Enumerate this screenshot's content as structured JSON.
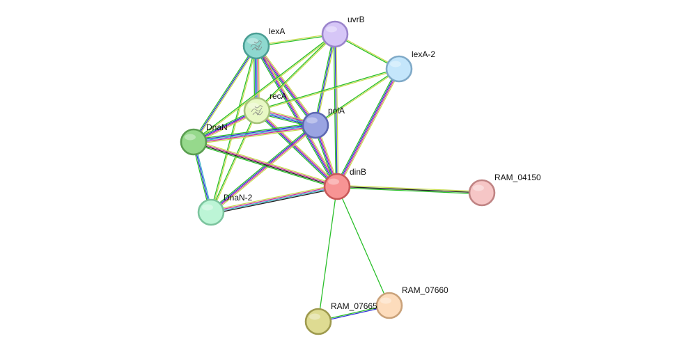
{
  "network": {
    "nodes": [
      {
        "id": "lexA",
        "label": "lexA",
        "fill": "#8ed8cf",
        "stroke": "#4a9e94",
        "has_structure": true
      },
      {
        "id": "uvrB",
        "label": "uvrB",
        "fill": "#d6c6f7",
        "stroke": "#9b85cc",
        "has_structure": false
      },
      {
        "id": "lexA-2",
        "label": "lexA-2",
        "fill": "#c4e6fb",
        "stroke": "#80aac8",
        "has_structure": false
      },
      {
        "id": "recA",
        "label": "recA",
        "fill": "#e8f8c4",
        "stroke": "#a6c27a",
        "has_structure": true
      },
      {
        "id": "polA",
        "label": "polA",
        "fill": "#9aa4e2",
        "stroke": "#5c67b0",
        "has_structure": false
      },
      {
        "id": "DnaN",
        "label": "DnaN",
        "fill": "#96d98c",
        "stroke": "#5a9e50",
        "has_structure": false
      },
      {
        "id": "dinB",
        "label": "dinB",
        "fill": "#f79494",
        "stroke": "#c85858",
        "has_structure": false
      },
      {
        "id": "DnaN-2",
        "label": "DnaN-2",
        "fill": "#bcf5d6",
        "stroke": "#7cc49e",
        "has_structure": false
      },
      {
        "id": "RAM_04150",
        "label": "RAM_04150",
        "fill": "#f6c6c6",
        "stroke": "#c08484",
        "has_structure": false
      },
      {
        "id": "RAM_07660",
        "label": "RAM_07660",
        "fill": "#fddcbc",
        "stroke": "#caa27a",
        "has_structure": false
      },
      {
        "id": "RAM_07665",
        "label": "RAM_07665",
        "fill": "#dedb92",
        "stroke": "#9e9a4e",
        "has_structure": false
      }
    ],
    "evidence_colors": {
      "textmining": "#c8dc52",
      "experiments": "#d0309e",
      "database": "#3ab0c8",
      "coexpression": "#222222",
      "neighborhood": "#2bbf2b",
      "cooccurrence": "#3232d8"
    },
    "edges": [
      {
        "source": "lexA",
        "target": "uvrB",
        "evidence": [
          "textmining",
          "neighborhood"
        ]
      },
      {
        "source": "lexA",
        "target": "recA",
        "evidence": [
          "textmining",
          "experiments",
          "database",
          "cooccurrence",
          "neighborhood"
        ]
      },
      {
        "source": "lexA",
        "target": "polA",
        "evidence": [
          "textmining",
          "experiments",
          "cooccurrence",
          "neighborhood"
        ]
      },
      {
        "source": "lexA",
        "target": "DnaN",
        "evidence": [
          "textmining",
          "cooccurrence",
          "neighborhood"
        ]
      },
      {
        "source": "lexA",
        "target": "dinB",
        "evidence": [
          "textmining",
          "experiments",
          "cooccurrence",
          "neighborhood"
        ]
      },
      {
        "source": "lexA",
        "target": "DnaN-2",
        "evidence": [
          "textmining",
          "neighborhood"
        ]
      },
      {
        "source": "uvrB",
        "target": "lexA-2",
        "evidence": [
          "textmining",
          "neighborhood"
        ]
      },
      {
        "source": "uvrB",
        "target": "recA",
        "evidence": [
          "textmining",
          "neighborhood"
        ]
      },
      {
        "source": "uvrB",
        "target": "polA",
        "evidence": [
          "textmining",
          "cooccurrence",
          "neighborhood"
        ]
      },
      {
        "source": "uvrB",
        "target": "dinB",
        "evidence": [
          "textmining",
          "cooccurrence",
          "neighborhood"
        ]
      },
      {
        "source": "uvrB",
        "target": "DnaN",
        "evidence": [
          "textmining",
          "neighborhood"
        ]
      },
      {
        "source": "lexA-2",
        "target": "recA",
        "evidence": [
          "textmining",
          "neighborhood"
        ]
      },
      {
        "source": "lexA-2",
        "target": "polA",
        "evidence": [
          "textmining",
          "neighborhood"
        ]
      },
      {
        "source": "lexA-2",
        "target": "dinB",
        "evidence": [
          "textmining",
          "experiments",
          "cooccurrence",
          "neighborhood"
        ]
      },
      {
        "source": "recA",
        "target": "polA",
        "evidence": [
          "textmining",
          "experiments",
          "database",
          "cooccurrence",
          "neighborhood"
        ]
      },
      {
        "source": "recA",
        "target": "DnaN",
        "evidence": [
          "textmining",
          "experiments",
          "cooccurrence",
          "neighborhood"
        ]
      },
      {
        "source": "recA",
        "target": "dinB",
        "evidence": [
          "textmining",
          "experiments",
          "cooccurrence",
          "neighborhood"
        ]
      },
      {
        "source": "recA",
        "target": "DnaN-2",
        "evidence": [
          "textmining",
          "neighborhood"
        ]
      },
      {
        "source": "polA",
        "target": "DnaN",
        "evidence": [
          "textmining",
          "experiments",
          "database",
          "cooccurrence",
          "neighborhood"
        ]
      },
      {
        "source": "polA",
        "target": "dinB",
        "evidence": [
          "textmining",
          "experiments",
          "cooccurrence",
          "neighborhood"
        ]
      },
      {
        "source": "polA",
        "target": "DnaN-2",
        "evidence": [
          "textmining",
          "experiments",
          "cooccurrence",
          "neighborhood"
        ]
      },
      {
        "source": "DnaN",
        "target": "dinB",
        "evidence": [
          "textmining",
          "experiments",
          "coexpression",
          "neighborhood"
        ]
      },
      {
        "source": "DnaN",
        "target": "DnaN-2",
        "evidence": [
          "database",
          "cooccurrence",
          "neighborhood"
        ]
      },
      {
        "source": "DnaN-2",
        "target": "dinB",
        "evidence": [
          "textmining",
          "experiments",
          "database",
          "coexpression"
        ]
      },
      {
        "source": "dinB",
        "target": "RAM_04150",
        "evidence": [
          "textmining",
          "coexpression",
          "neighborhood"
        ]
      },
      {
        "source": "dinB",
        "target": "RAM_07660",
        "evidence": [
          "neighborhood"
        ]
      },
      {
        "source": "dinB",
        "target": "RAM_07665",
        "evidence": [
          "neighborhood"
        ]
      },
      {
        "source": "RAM_07660",
        "target": "RAM_07665",
        "evidence": [
          "cooccurrence",
          "neighborhood"
        ]
      }
    ]
  }
}
